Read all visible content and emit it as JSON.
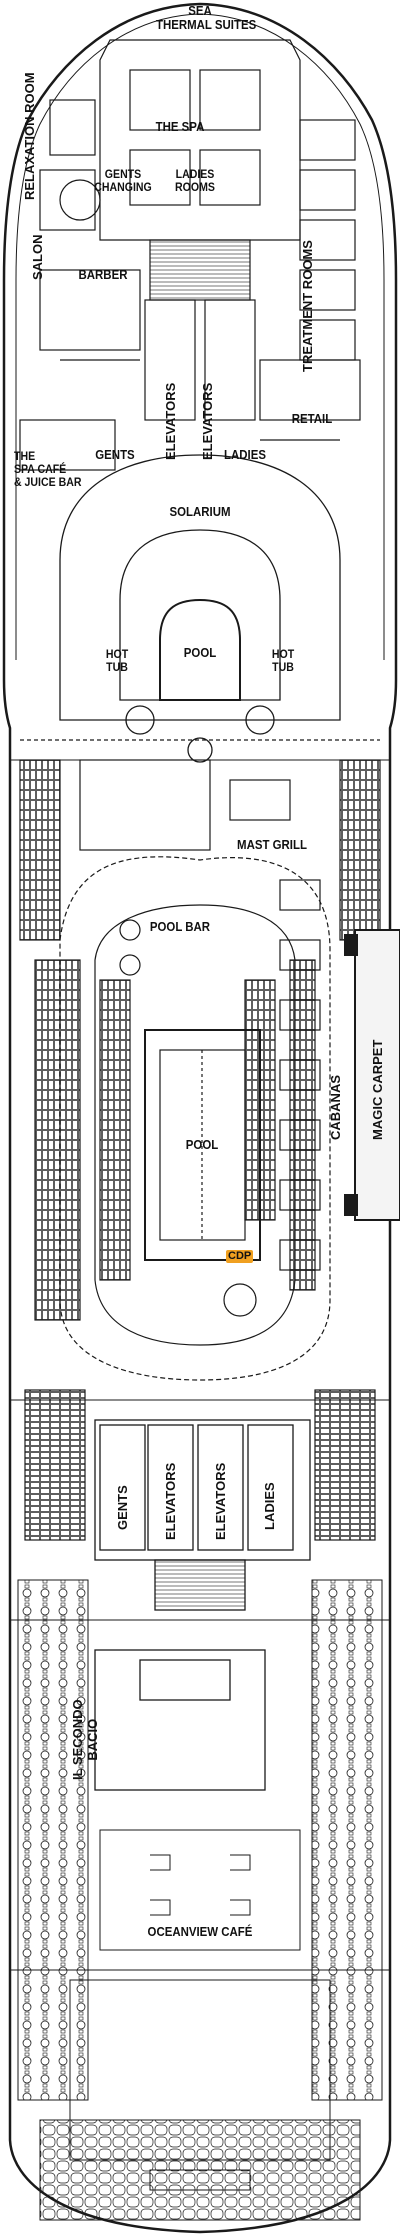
{
  "deck": {
    "labels": {
      "sea_thermal_suites_1": "SEA",
      "sea_thermal_suites_2": "THERMAL SUITES",
      "the_spa": "THE SPA",
      "relaxation_room": "RELAXATION ROOM",
      "gents_changing_1": "GENTS",
      "gents_changing_2": "CHANGING",
      "ladies_rooms_1": "LADIES",
      "ladies_rooms_2": "ROOMS",
      "salon": "SALON",
      "barber": "BARBER",
      "treatment_rooms": "TREATMENT ROOMS",
      "elevators_fwd_left": "ELEVATORS",
      "elevators_fwd_right": "ELEVATORS",
      "retail": "RETAIL",
      "the_spa_cafe_1": "THE",
      "the_spa_cafe_2": "SPA CAFÉ",
      "the_spa_cafe_3": "& JUICE BAR",
      "gents_fwd": "GENTS",
      "ladies_fwd": "LADIES",
      "solarium": "SOLARIUM",
      "pool_solarium": "POOL",
      "hot_tub_left_1": "HOT",
      "hot_tub_left_2": "TUB",
      "hot_tub_right_1": "HOT",
      "hot_tub_right_2": "TUB",
      "mast_grill": "MAST GRILL",
      "pool_bar": "POOL BAR",
      "cabanas": "CABANAS",
      "magic_carpet": "MAGIC CARPET",
      "pool_main": "POOL",
      "cdp": "CDP",
      "gents_mid": "GENTS",
      "elevators_mid_left": "ELEVATORS",
      "elevators_mid_right": "ELEVATORS",
      "ladies_mid": "LADIES",
      "il_secondo_bacio_1": "IL SECONDO",
      "il_secondo_bacio_2": "BACIO",
      "oceanview_cafe": "OCEANVIEW CAFÉ"
    },
    "colors": {
      "line": "#1a1a1a",
      "highlight": "#f0a020",
      "background": "#ffffff",
      "magic_carpet_fill": "#f4f4f4"
    }
  }
}
